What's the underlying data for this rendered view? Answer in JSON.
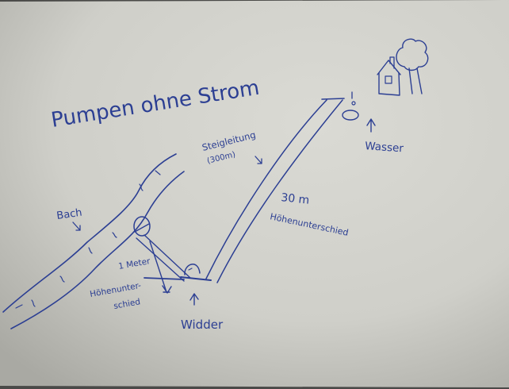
{
  "title": "Pumpen ohne Strom",
  "labels": {
    "bach": "Bach",
    "steigleitung": "Steigleitung",
    "steigleitung_length": "(300m)",
    "height_30": "30 m",
    "height_30_caption": "Höhenunterschied",
    "height_1_a": "1 Meter",
    "height_1_b": "Höhenunter-",
    "height_1_c": "schied",
    "widder": "Widder",
    "wasser": "Wasser"
  },
  "colors": {
    "ink": "#2c3f93",
    "paper": "#d2d2cc",
    "background": "#4a4a48"
  },
  "icons": [
    "house-icon",
    "tree-icon",
    "tap-icon",
    "ram-pump-icon",
    "intake-icon"
  ]
}
